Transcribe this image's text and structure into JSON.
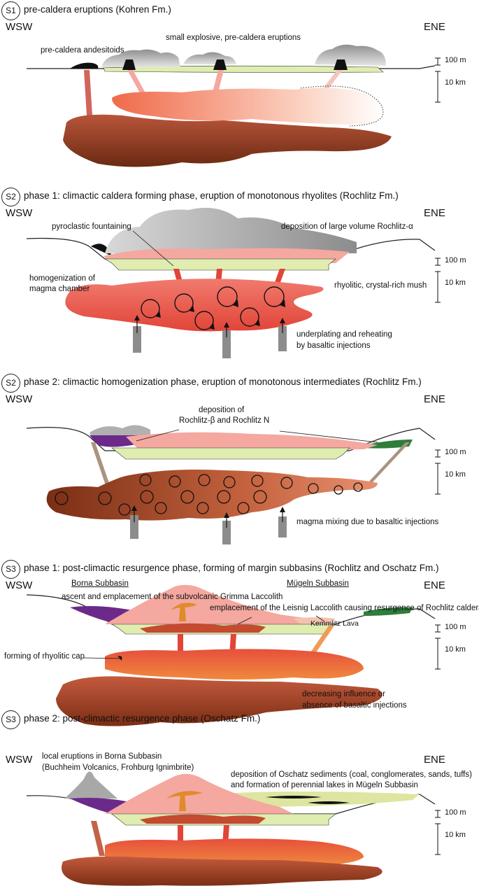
{
  "panels": [
    {
      "stage": "S1",
      "title": "pre-caldera eruptions (Kohren Fm.)",
      "left_dir": "WSW",
      "right_dir": "ENE",
      "labels": {
        "small_eruptions": "small explosive, pre-caldera eruptions",
        "andesitoids": "pre-caldera andesitoids"
      },
      "scale_vertical": "100 m",
      "scale_depth": "10 km"
    },
    {
      "stage": "S2",
      "title": "phase 1: climactic caldera forming phase, eruption of monotonous rhyolites (Rochlitz Fm.)",
      "left_dir": "WSW",
      "right_dir": "ENE",
      "labels": {
        "fountaining": "pyroclastic fountaining",
        "deposition": "deposition of large volume Rochlitz-α",
        "homog_1": "homogenization of",
        "homog_2": "magma chamber",
        "mush": "rhyolitic, crystal-rich mush",
        "underplating_1": "underplating and reheating",
        "underplating_2": "by basaltic injections"
      },
      "scale_vertical": "100 m",
      "scale_depth": "10 km"
    },
    {
      "stage": "S2",
      "title": "phase 2: climactic homogenization phase, eruption of monotonous intermediates (Rochlitz Fm.)",
      "left_dir": "WSW",
      "right_dir": "ENE",
      "labels": {
        "deposition_1": "deposition of",
        "deposition_2": "Rochlitz-β and Rochlitz N",
        "mixing": "magma mixing due to basaltic injections"
      },
      "scale_vertical": "100 m",
      "scale_depth": "10 km"
    },
    {
      "stage": "S3",
      "title": "phase 1: post-climactic resurgence phase, forming of margin subbasins (Rochlitz and Oschatz Fm.)",
      "left_dir": "WSW",
      "right_dir": "ENE",
      "labels": {
        "borna": "Borna Subbasin",
        "mugeln": "Mügeln Subbasin",
        "grimma": "ascent and emplacement of the subvolcanic Grimma Laccolith",
        "leisnig": "emplacement of the Leisnig Laccolith causing resurgence of Rochlitz caldera",
        "kemmlitz": "Kemmlitz Lava",
        "cap": "forming of rhyolitic cap",
        "decreasing_1": "decreasing influence or",
        "decreasing_2": "absence of basaltic injections"
      },
      "scale_vertical": "100 m",
      "scale_depth": "10 km"
    },
    {
      "stage": "S3",
      "title": "phase 2: post-climactic resurgence phase (Oschatz Fm.)",
      "left_dir": "WSW",
      "right_dir": "ENE",
      "labels": {
        "local_1": "local eruptions in Borna Subbasin",
        "local_2": "(Buchheim Volcanics, Frohburg Ignimbrite)",
        "oschatz_1": "deposition of Oschatz sediments (coal, conglomerates, sands, tuffs)",
        "oschatz_2": "and formation of perennial lakes in Mügeln Subbasin"
      },
      "scale_vertical": "100 m",
      "scale_depth": "10 km"
    }
  ],
  "colors": {
    "caldera_fill": "#dfeeb0",
    "rhyolite_pink": "#f2a49a",
    "magma_red": "#e8463c",
    "magma_brown": "#8a3a1c",
    "basalt_grey": "#8c8c8c",
    "ash_grey": "#a8a8a8",
    "purple_deposit": "#6b2a8a",
    "green_deposit": "#2f7d3a",
    "laccolith_orange": "#e08a2a"
  }
}
